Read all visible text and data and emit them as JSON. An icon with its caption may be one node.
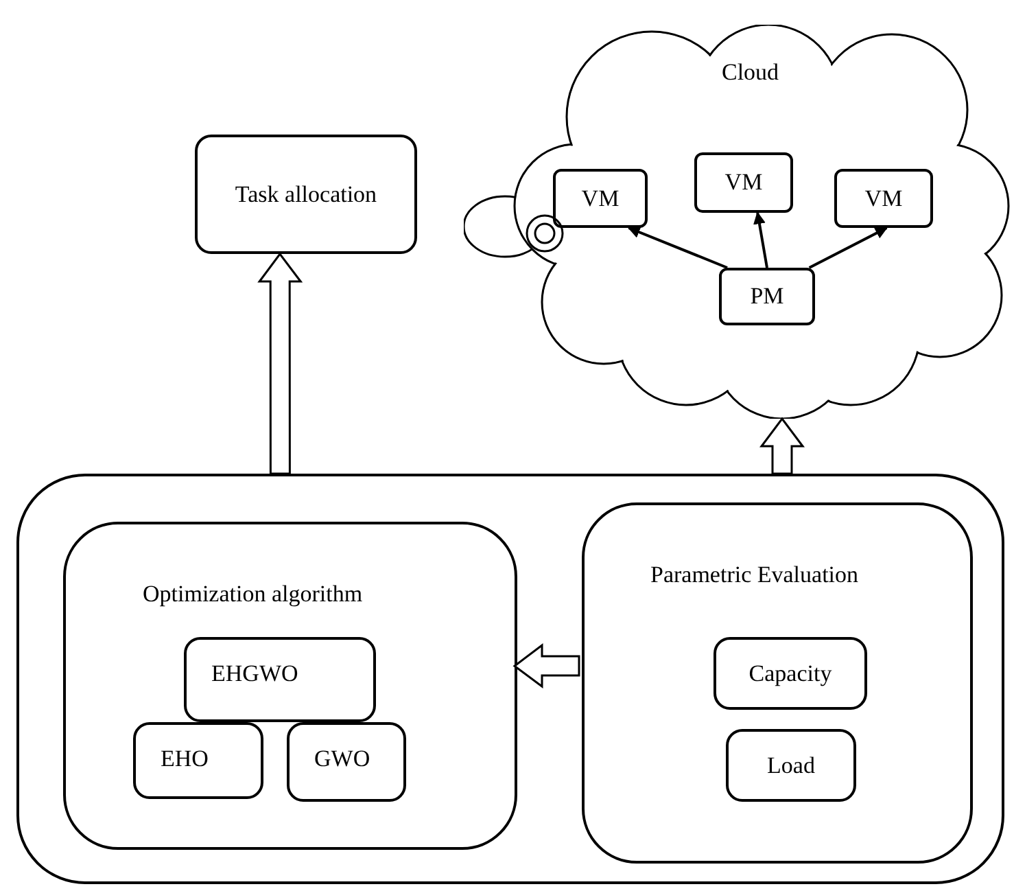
{
  "diagram": {
    "nodes": [
      {
        "text": [
          "Task allocation"
        ]
      },
      {
        "text": [
          "Cloud"
        ]
      },
      {
        "text": [
          "VM"
        ],
        "in": 1
      },
      {
        "text": [
          "VM"
        ],
        "in": 1
      },
      {
        "text": [
          "VM"
        ],
        "in": 1
      },
      {
        "text": [
          "PM"
        ],
        "in": 1
      },
      {
        "text": [],
        "shape": "box"
      },
      {
        "text": [
          "Optimization algorithm"
        ],
        "in": 6
      },
      {
        "text": [
          "EHGWO"
        ],
        "in": 7
      },
      {
        "text": [
          "EHO"
        ],
        "in": 7
      },
      {
        "text": [
          "GWO"
        ],
        "in": 7
      },
      {
        "text": [
          "Parametric Evaluation"
        ],
        "in": 6
      },
      {
        "text": [
          "Capacity"
        ],
        "in": 11
      },
      {
        "text": [
          "Load"
        ],
        "in": 11
      }
    ],
    "edges": [
      {
        "from": 5,
        "to": 2,
        "arrow": "to"
      },
      {
        "from": 5,
        "to": 3,
        "arrow": "to"
      },
      {
        "from": 5,
        "to": 4,
        "arrow": "to"
      },
      {
        "from": 6,
        "to": 0,
        "arrow": "to",
        "style": "thick"
      },
      {
        "from": 6,
        "to": 1,
        "arrow": "to",
        "style": "thick"
      },
      {
        "from": 11,
        "to": 7,
        "arrow": "to",
        "style": "thick"
      }
    ]
  }
}
